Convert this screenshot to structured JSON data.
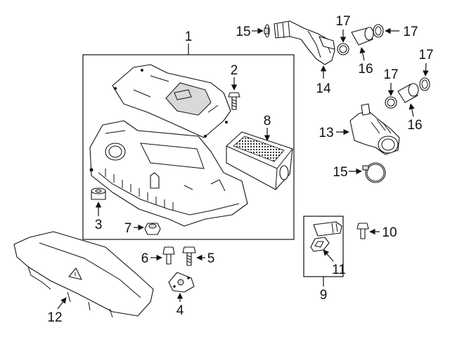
{
  "callouts": {
    "c1": "1",
    "c2": "2",
    "c3": "3",
    "c4": "4",
    "c5": "5",
    "c6": "6",
    "c7": "7",
    "c8": "8",
    "c9": "9",
    "c10": "10",
    "c11": "11",
    "c12": "12",
    "c13": "13",
    "c14": "14",
    "c15a": "15",
    "c15b": "15",
    "c16a": "16",
    "c16b": "16",
    "c17a": "17",
    "c17b": "17",
    "c17c": "17",
    "c17d": "17"
  }
}
